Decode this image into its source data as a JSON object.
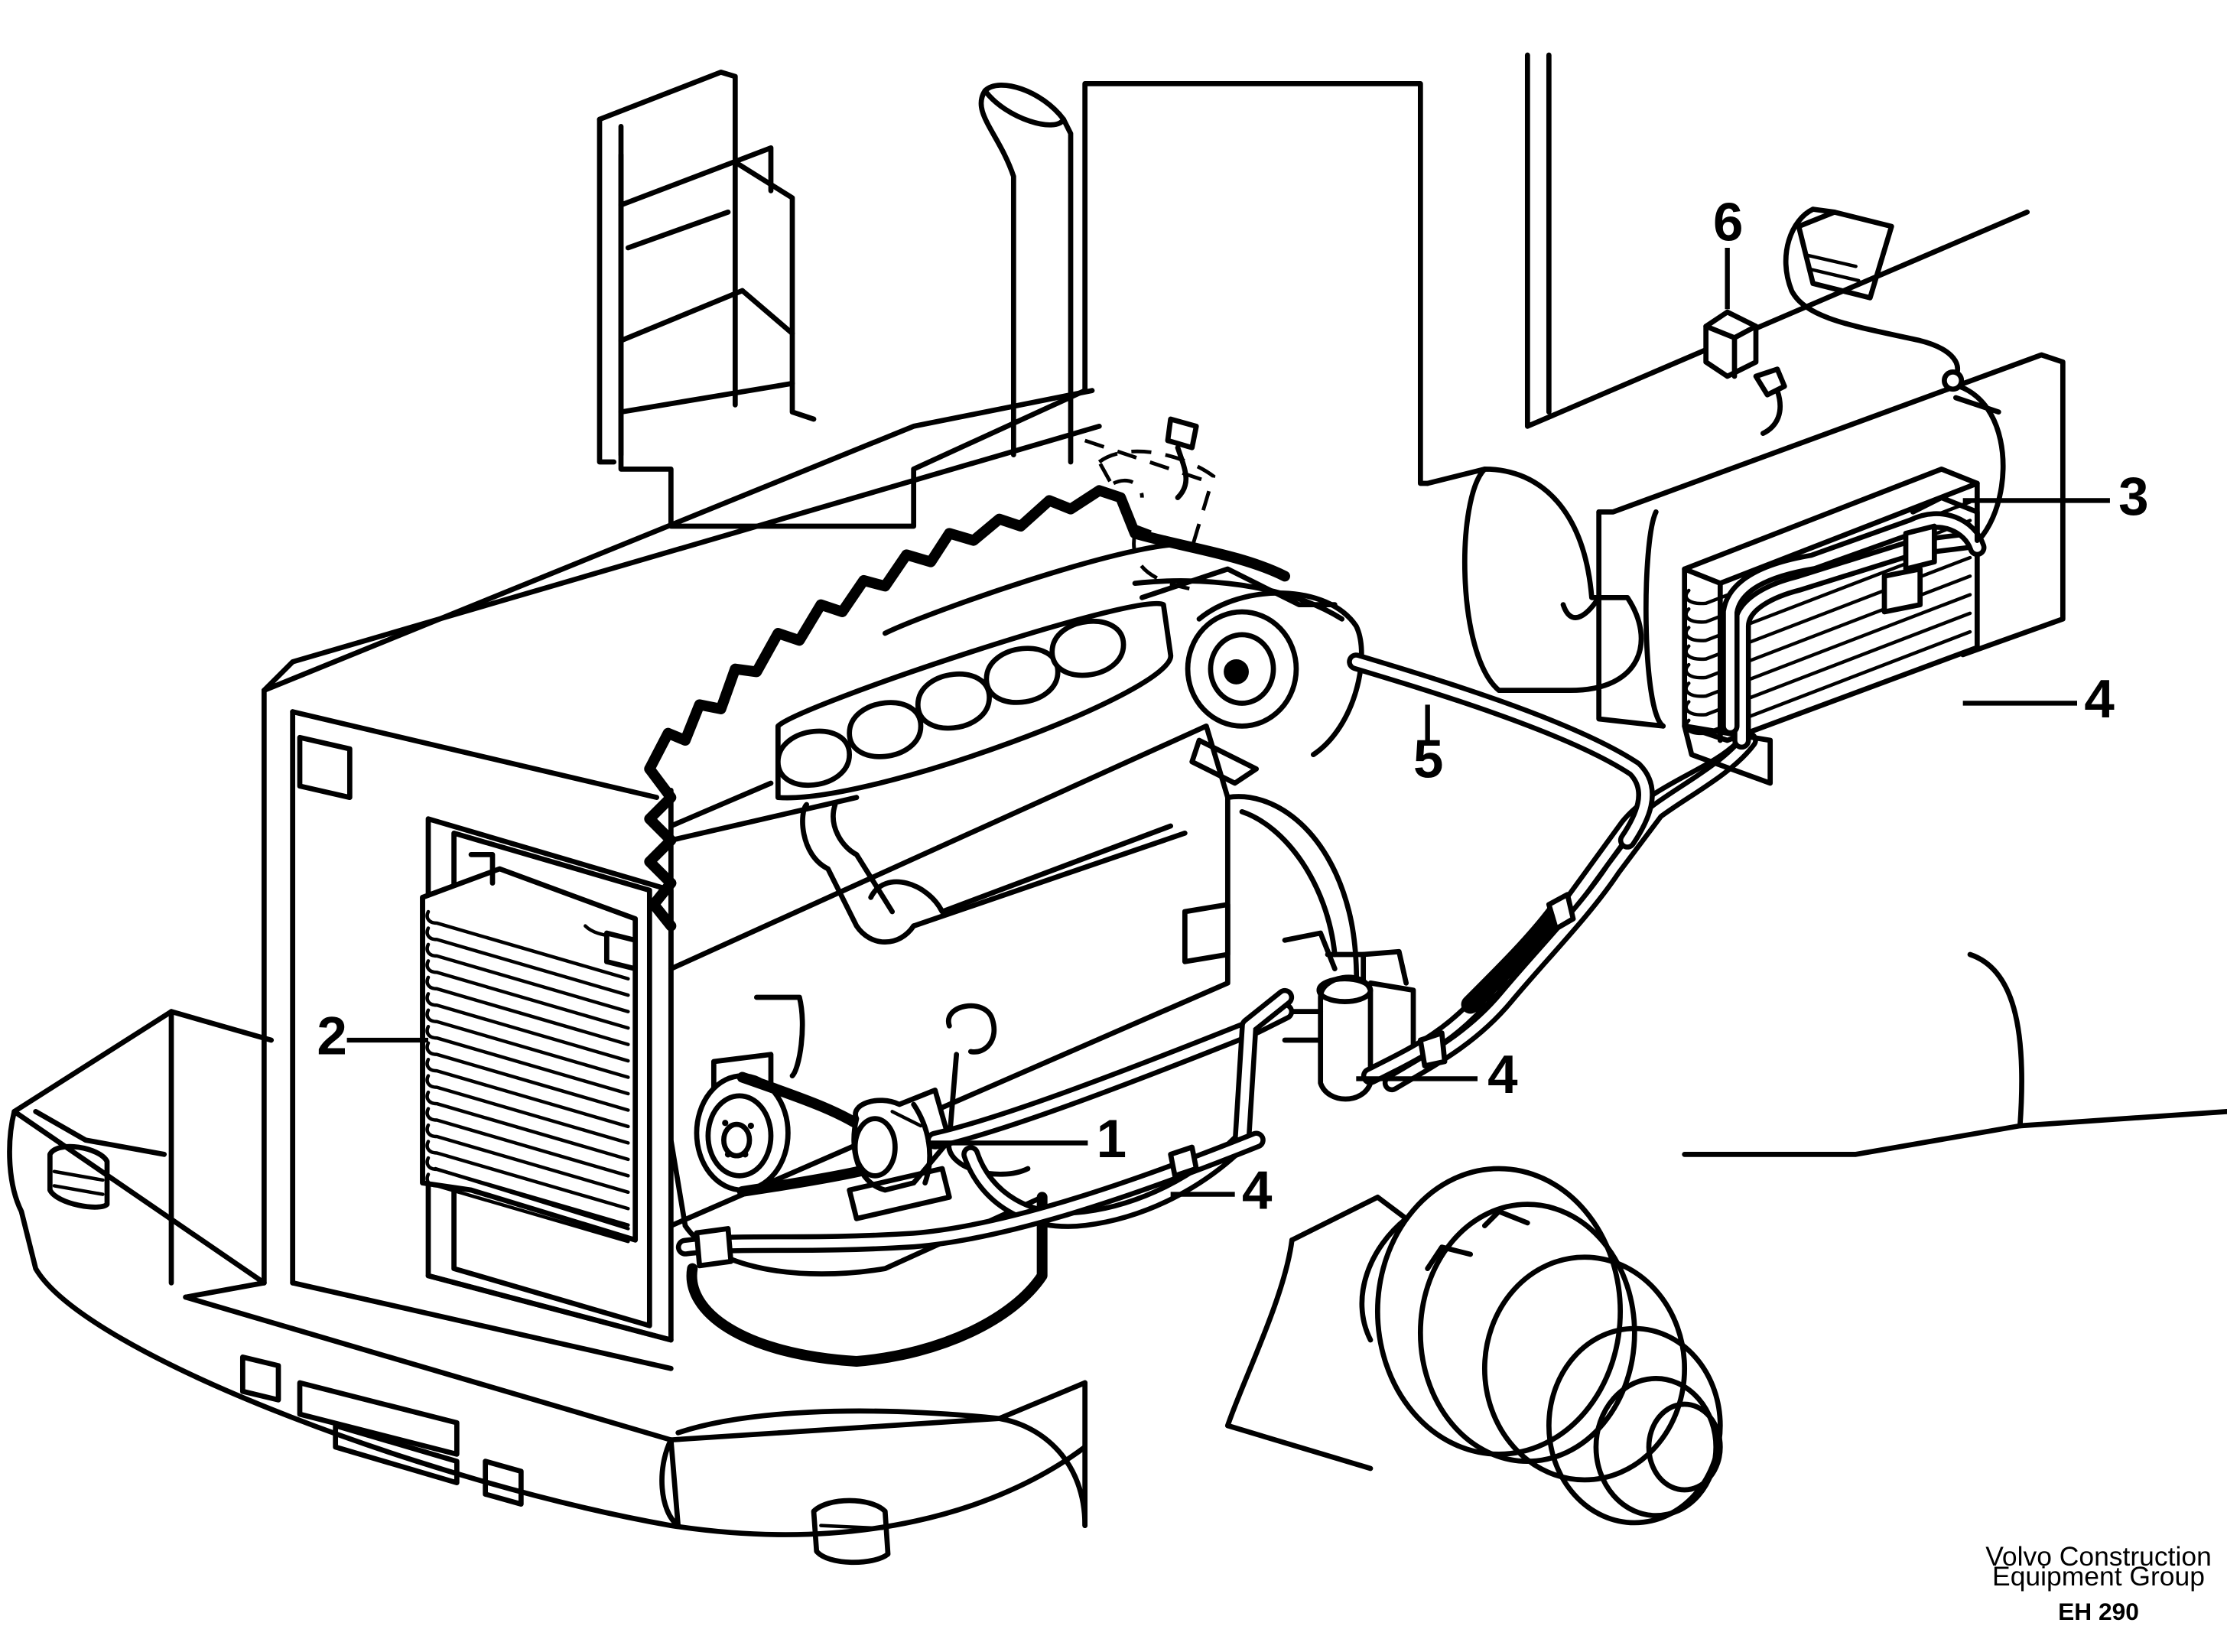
{
  "callouts": [
    {
      "id": "1",
      "label": "1"
    },
    {
      "id": "2",
      "label": "2"
    },
    {
      "id": "3",
      "label": "3"
    },
    {
      "id": "4a",
      "label": "4"
    },
    {
      "id": "4b",
      "label": "4"
    },
    {
      "id": "4c",
      "label": "4"
    },
    {
      "id": "5",
      "label": "5"
    },
    {
      "id": "6",
      "label": "6"
    }
  ],
  "footer": {
    "publisher_line1": "Volvo Construction",
    "publisher_line2": "Equipment Group",
    "code": "EH 290"
  }
}
